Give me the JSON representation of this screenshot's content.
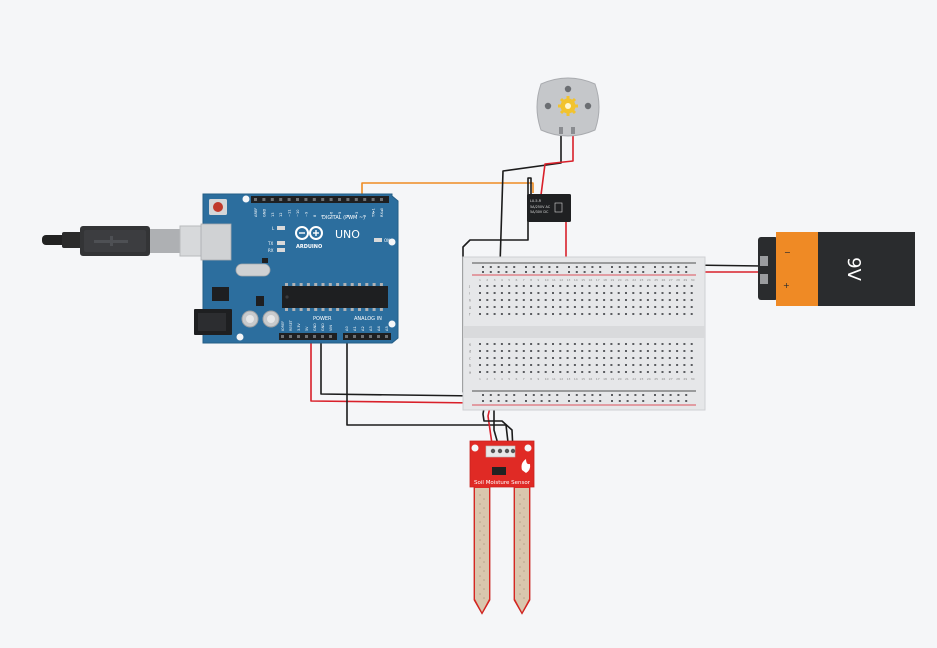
{
  "arduino": {
    "digital_label": "DIGITAL (PWM ~)",
    "logo_label": "ARDUINO",
    "model_label": "UNO",
    "power_label": "POWER",
    "analog_label": "ANALOG IN",
    "led_labels": [
      "L",
      "TX",
      "RX"
    ],
    "on_label": "ON",
    "digital_pins": [
      "AREF",
      "GND",
      "13",
      "12",
      "~11",
      "~10",
      "~9",
      "8",
      "7",
      "~6",
      "~5",
      "4",
      "~3",
      "2",
      "TX▸1",
      "RX◂0"
    ],
    "power_pins": [
      "IOREF",
      "RESET",
      "3.3V",
      "5V",
      "GND",
      "GND",
      "VIN"
    ],
    "analog_pins": [
      "A0",
      "A1",
      "A2",
      "A3",
      "A4",
      "A5"
    ]
  },
  "battery": {
    "label": "9V",
    "minus": "−",
    "plus": "+"
  },
  "relay": {
    "text_lines": [
      "LU-5-R",
      "5A/250V AC",
      "5A/30V DC"
    ]
  },
  "sensor": {
    "label": "Soil Moisture Sensor"
  },
  "breadboard": {
    "row_letters_top": [
      "j",
      "i",
      "h",
      "g",
      "f"
    ],
    "row_letters_bottom": [
      "e",
      "d",
      "c",
      "b",
      "a"
    ],
    "columns": 30
  },
  "colors": {
    "background": "#f5f6f8",
    "arduino_board": "#2c6e9e",
    "sensor_board": "#e02a25",
    "battery_orange": "#ef8a25",
    "battery_black": "#2a2c2e",
    "wire_red": "#d9202a",
    "wire_black": "#1c1c1c",
    "wire_orange": "#ef8c22",
    "motor_body": "#c5c7ca",
    "motor_gear": "#f2c32e"
  }
}
